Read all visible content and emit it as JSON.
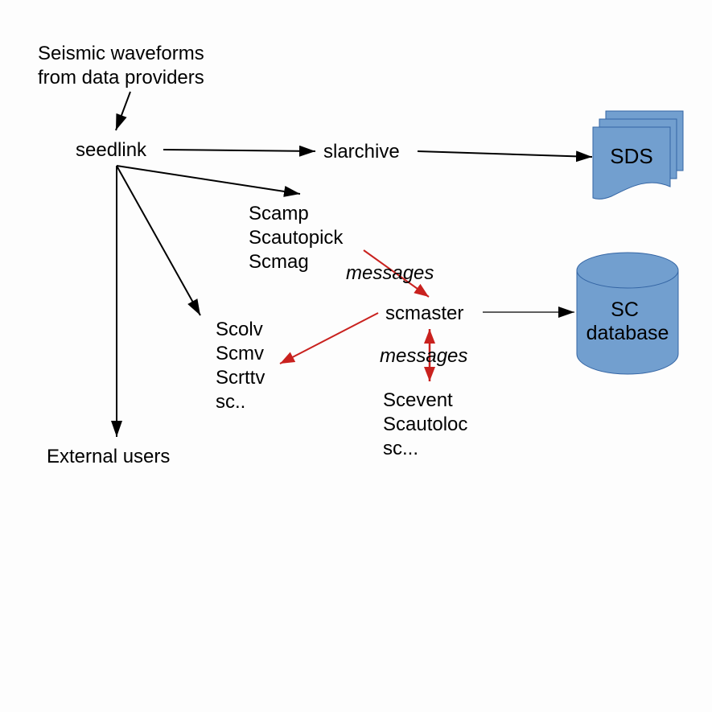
{
  "nodes": {
    "source": [
      "Seismic waveforms",
      "from data providers"
    ],
    "seedlink": "seedlink",
    "slarchive": "slarchive",
    "sds": "SDS",
    "processing": [
      "Scamp",
      "Scautopick",
      "Scmag"
    ],
    "scmaster": "scmaster",
    "database": [
      "SC",
      "database"
    ],
    "gui": [
      "Scolv",
      "Scmv",
      "Scrttv",
      "sc.."
    ],
    "event_modules": [
      "Scevent",
      "Scautoloc",
      "sc..."
    ],
    "external": "External users"
  },
  "edge_labels": {
    "messages_top": "messages",
    "messages_bottom": "messages"
  },
  "colors": {
    "background": "#fdfdfd",
    "shape_fill": "#729fcf",
    "shape_stroke": "#3465a4",
    "arrow_black": "#000000",
    "arrow_red": "#c9211e"
  }
}
